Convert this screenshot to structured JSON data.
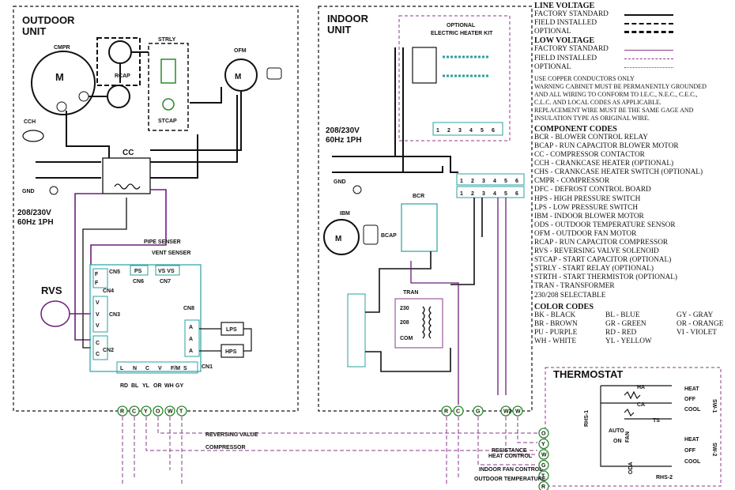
{
  "legend": {
    "line_voltage_title": "LINE VOLTAGE",
    "line_items": [
      "FACTORY STANDARD",
      "FIELD INSTALLED",
      "OPTIONAL"
    ],
    "low_voltage_title": "LOW VOLTAGE",
    "low_items": [
      "FACTORY STANDARD",
      "FIELD INSTALLED",
      "OPTIONAL"
    ],
    "note_lines": [
      "USE COPPER CONDUCTORS ONLY",
      "WARNING CABINET MUST BE PERMANENTLY GROUNDED",
      "AND ALL WIRING TO CONFORM TO I.E.C., N.E.C., C.E.C.,",
      "C.L.C. AND LOCAL CODES AS APPLICABLE.",
      "REPLACEMENT WIRE MUST BE THE SAME GAGE AND",
      "INSULATION TYPE AS ORIGINAL WIRE."
    ],
    "component_title": "COMPONENT CODES",
    "components": [
      "BCR - BLOWER CONTROL RELAY",
      "BCAP - RUN CAPACITOR BLOWER MOTOR",
      "CC - COMPRESSOR CONTACTOR",
      "CCH - CRANKCASE HEATER (OPTIONAL)",
      "CHS - CRANKCASE HEATER SWITCH (OPTIONAL)",
      "CMPR - COMPRESSOR",
      "DFC - DEFROST CONTROL BOARD",
      "HPS - HIGH PRESSURE SWITCH",
      "LPS - LOW PRESSURE SWITCH",
      "IBM - INDOOR BLOWER MOTOR",
      "ODS - OUTDOOR TEMPERATURE SENSOR",
      "OFM - OUTDOOR FAN MOTOR",
      "RCAP - RUN CAPACITOR COMPRESSOR",
      "RVS - REVERSING VALVE SOLENOID",
      "STCAP - START CAPACITOR (OPTIONAL)",
      "STRLY - START RELAY (OPTIONAL)",
      "STRTH - START THERMISTOR (OPTIONAL)",
      "TRAN - TRANSFORMER",
      "230/208 SELECTABLE"
    ],
    "color_title": "COLOR CODES",
    "colors": [
      "BK - BLACK",
      "BL - BLUE",
      "GY - GRAY",
      "BR - BROWN",
      "GR - GREEN",
      "OR - ORANGE",
      "PU - PURPLE",
      "RD - RED",
      "VI - VIOLET",
      "WH - WHITE",
      "YL - YELLOW",
      ""
    ]
  },
  "outdoor": {
    "title_line1": "OUTDOOR",
    "title_line2": "UNIT",
    "cmpr": "CMPR",
    "motor_letter": "M",
    "rcap": "RCAP",
    "strly": "STRLY",
    "stcap": "STCAP",
    "ofm": "OFM",
    "cch": "CCH",
    "cc": "CC",
    "supply_line1": "208/230V",
    "supply_line2": "60Hz 1PH",
    "gnd": "GND",
    "rvs": "RVS",
    "pipe_sensor": "PIPE SENSER",
    "vent_sensor": "VENT SENSER",
    "lps": "LPS",
    "hps": "HPS",
    "cn5": "CN5",
    "cn4": "CN4",
    "cn3": "CN3",
    "cn2": "CN2",
    "cn1": "CN1",
    "cn6": "CN6",
    "cn7": "CN7",
    "cn8": "CN8",
    "board_terms": [
      "L",
      "N",
      "C",
      "V",
      "F/M",
      "S"
    ],
    "term_labels": [
      "R",
      "C",
      "Y",
      "O",
      "W",
      "T"
    ],
    "wire_labels": [
      "RD",
      "BL",
      "YL",
      "OR",
      "WH",
      "GY"
    ]
  },
  "indoor": {
    "title_line1": "INDOOR",
    "title_line2": "UNIT",
    "heater_kit_line1": "OPTIONAL",
    "heater_kit_line2": "ELECTRIC HEATER KIT",
    "supply_line1": "208/230V",
    "supply_line2": "60Hz 1PH",
    "bcr": "BCR",
    "ibm": "IBM",
    "bcap": "BCAP",
    "tran": "TRAN",
    "tran_taps": [
      "230",
      "208",
      "COM"
    ],
    "plug_numbers": [
      "1",
      "2",
      "3",
      "4",
      "5",
      "6"
    ],
    "terms": [
      "R",
      "C",
      "G",
      "W2",
      "W"
    ]
  },
  "thermostat": {
    "title": "THERMOSTAT",
    "heat": "HEAT",
    "off": "OFF",
    "cool": "COOL",
    "sw1": "SW-1",
    "sw2": "SW-2",
    "auto": "AUTO",
    "on": "ON",
    "fan": "FAN",
    "ha": "HA",
    "ca": "CA",
    "ts": "TS",
    "rhs1": "RHS-1",
    "rhs2": "RHS-2",
    "oda": "ODA",
    "terms": [
      "O",
      "Y",
      "W",
      "G",
      "T",
      "R"
    ]
  },
  "wire_captions": {
    "reversing": "REVERSING VALUE",
    "compressor": "COMPRESSOR",
    "resistance_line1": "RESISTANCE",
    "resistance_line2": "HEAT CONTROL",
    "indoor_fan": "INDOOR FAN CONTROL",
    "outdoor_temp": "OUTDOOR TEMPERATURE"
  }
}
